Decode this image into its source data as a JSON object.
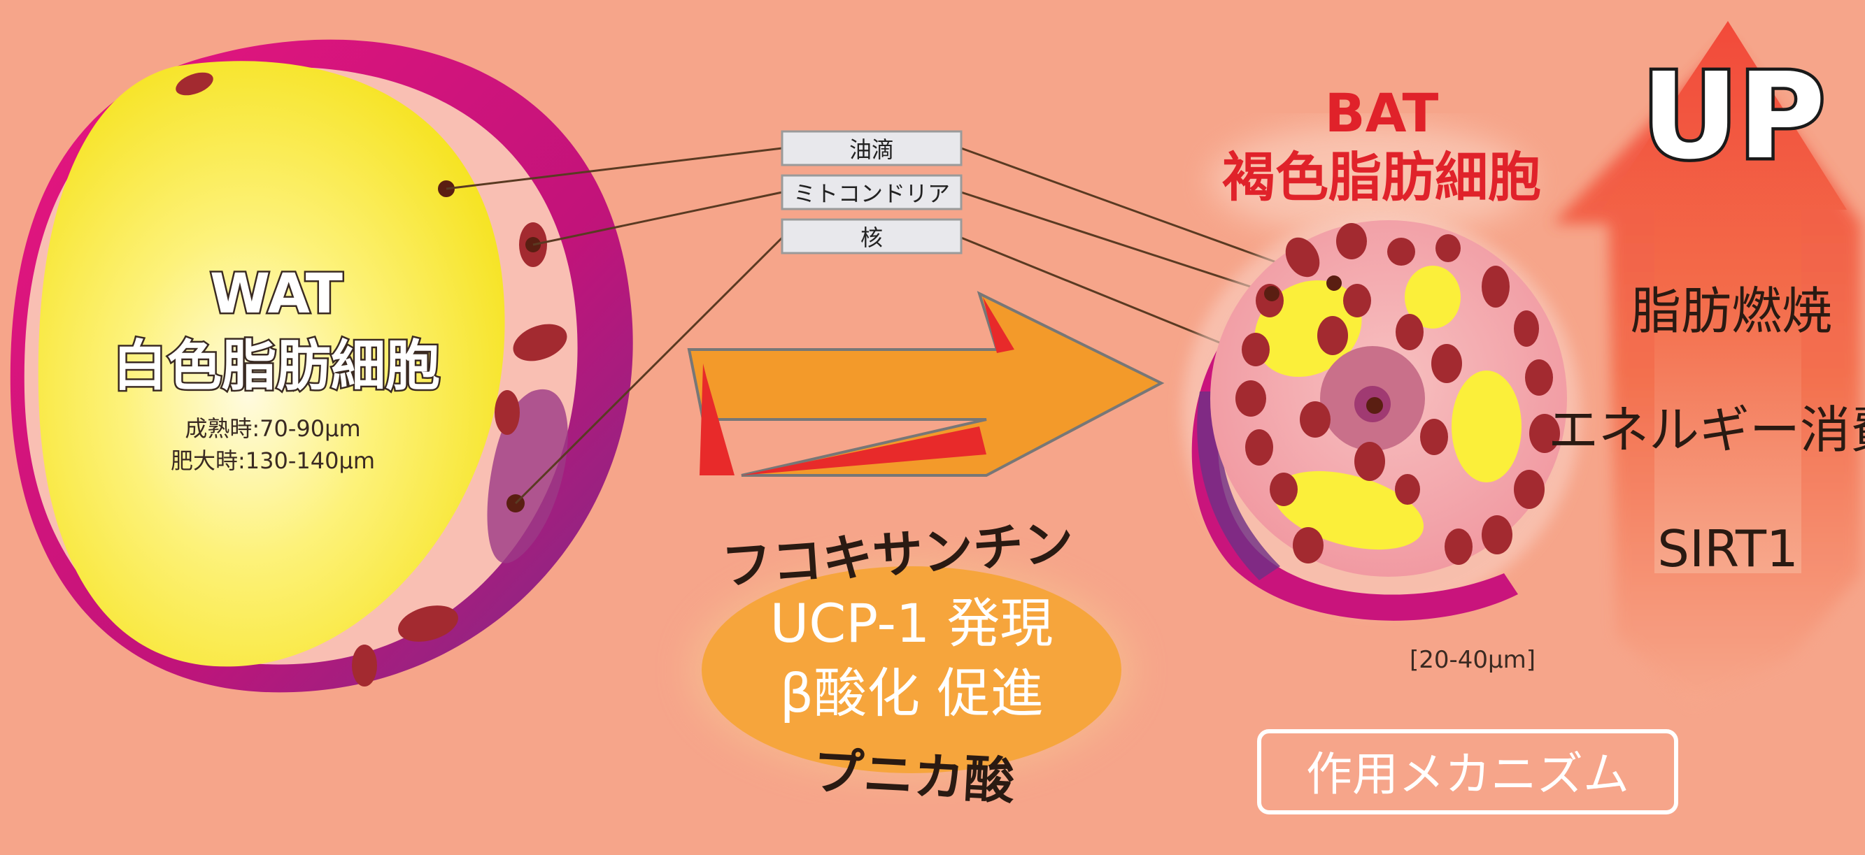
{
  "wat": {
    "abbr": "WAT",
    "name": "白色脂肪細胞",
    "size_mature": "成熟時:70-90μm",
    "size_hypertrophic": "肥大時:130-140μm"
  },
  "bat": {
    "abbr": "BAT",
    "name": "褐色脂肪細胞",
    "size": "[20-40μm]"
  },
  "legend": {
    "oil": "油滴",
    "mito": "ミトコンドリア",
    "nucleus": "核"
  },
  "center": {
    "top_text": "フコキサンチン",
    "ucp": "UCP-1 発現",
    "beta": "β酸化 促進",
    "bottom_text": "プニカ酸"
  },
  "up_arrow": {
    "up": "UP",
    "line1": "脂肪燃焼",
    "line2": "エネルギー消費",
    "line3": "SIRT1"
  },
  "mechanism_button": "作用メカニズム",
  "colors": {
    "background": "#f6a58a",
    "fat_yellow": "#fbe93a",
    "membrane_magenta": "#d9147a",
    "mitochondria": "#a32a30",
    "bat_title_red": "#e0222a",
    "ellipse_orange": "#f6a53c",
    "arrow_orange": "#f39a2a"
  }
}
